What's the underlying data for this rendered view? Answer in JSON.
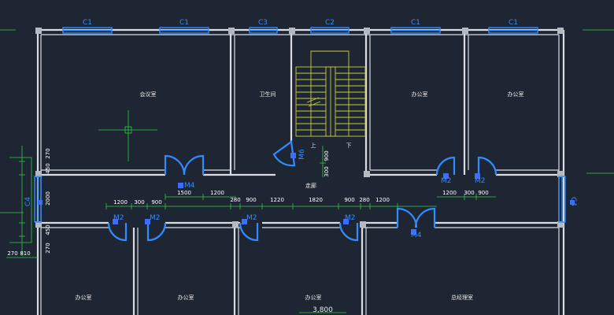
{
  "rooms": {
    "meeting": "会议室",
    "toilet": "卫生间",
    "office": "办公室",
    "corridor": "走廊",
    "gm_office": "总经理室"
  },
  "stair": {
    "up": "上",
    "down": "下"
  },
  "windows": {
    "c1": "C1",
    "c2": "C2",
    "c3": "C3",
    "c4": "C4"
  },
  "doors": {
    "m2": "M2",
    "m4": "M4",
    "m6": "M6"
  },
  "dims": {
    "d270": "270",
    "d450": "450",
    "d2000": "2000",
    "d810": "810",
    "d1200": "1200",
    "d300": "300",
    "d900": "900",
    "d1500": "1500",
    "d280": "280",
    "d1220": "1220",
    "d1820": "1820",
    "d3800": "3,800"
  },
  "colors": {
    "background": "#1f2633",
    "wall": "#d9dde3",
    "window": "#2f8cff",
    "dimension": "#2ecc40",
    "stair": "#c9c93a"
  }
}
